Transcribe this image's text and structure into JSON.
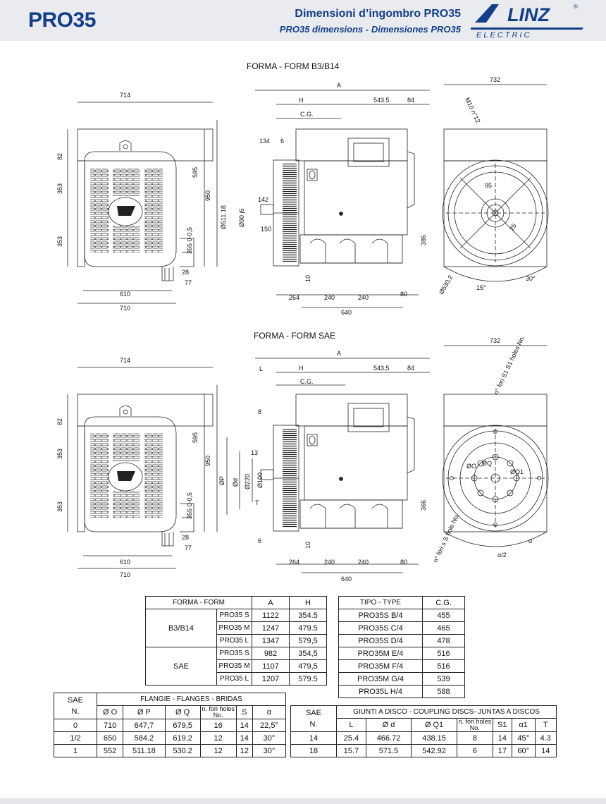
{
  "header": {
    "model": "PRO35",
    "title_it": "Dimensioni d’ingombro PRO35",
    "title_en": "PRO35 dimensions - Dimensiones PRO35",
    "logo_word": "LINZ",
    "logo_sub": "ELECTRIC",
    "logo_mark": "®",
    "brand_color": "#123e8a"
  },
  "drawing_b3": {
    "title": "FORMA - FORM  B3/B14",
    "dims": {
      "w714": "714",
      "h82": "82",
      "h353a": "353",
      "h353b": "353",
      "h595": "595",
      "h950": "950",
      "h355": "355 0-0,5",
      "d28": "28",
      "d77": "77",
      "w610": "610",
      "w710": "710",
      "a": "A",
      "h": "H",
      "cg": "C.G.",
      "d543": "543.5",
      "d84": "84",
      "d134": "134",
      "d6": "6",
      "d142": "142",
      "d150": "150",
      "phi511": "Ø511.18",
      "phi90": "Ø90 j6",
      "d10": "10",
      "d264": "264",
      "d240a": "240",
      "d240b": "240",
      "d80": "80",
      "d640": "640",
      "w732": "732",
      "m10": "M10 n°12",
      "d95": "95",
      "d25": "25",
      "d386": "386",
      "phi530": "Ø530.2",
      "ang15": "15°",
      "ang30": "30°"
    }
  },
  "drawing_sae": {
    "title": "FORMA - FORM  SAE",
    "dims": {
      "w714": "714",
      "h82": "82",
      "h353a": "353",
      "h353b": "353",
      "h595": "595",
      "h950": "950",
      "h355": "355 0-0,5",
      "d28": "28",
      "d77": "77",
      "w610": "610",
      "w710": "710",
      "a": "A",
      "l": "L",
      "h": "H",
      "cg": "C.G.",
      "d543": "543,5",
      "d84": "84",
      "d8": "8",
      "d13": "13",
      "phiP": "ØP",
      "phid": "Ød",
      "phi220": "Ø220",
      "phi100": "Ø100",
      "t": "T",
      "d6": "6",
      "d10": "10",
      "d264": "264",
      "d240a": "240",
      "d240b": "240",
      "d80": "80",
      "d640": "640",
      "w732": "732",
      "s1holes": "n° fori S1 S1 holes No.",
      "shole": "n° fori s S hole No.",
      "phiO": "ØO",
      "phiQ": "ØQ",
      "phiQ1": "ØQ1",
      "d366": "366",
      "alpha2": "α/2",
      "alpha": "α"
    }
  },
  "table_form": {
    "headers": [
      "FORMA - FORM",
      "A",
      "H"
    ],
    "groups": [
      {
        "name": "B3/B14",
        "rows": [
          [
            "PRO35 S",
            "1122",
            "354.5"
          ],
          [
            "PRO35 M",
            "1247",
            "479.5"
          ],
          [
            "PRO35 L",
            "1347",
            "579,5"
          ]
        ]
      },
      {
        "name": "SAE",
        "rows": [
          [
            "PRO35 S",
            "982",
            "354,5"
          ],
          [
            "PRO35 M",
            "1107",
            "479,5"
          ],
          [
            "PRO35 L",
            "1207",
            "579.5"
          ]
        ]
      }
    ]
  },
  "table_cg": {
    "headers": [
      "TIPO - TYPE",
      "C.G."
    ],
    "rows": [
      [
        "PRO35S B/4",
        "455"
      ],
      [
        "PRO35S C/4",
        "465"
      ],
      [
        "PRO35S D/4",
        "478"
      ],
      [
        "PRO35M E/4",
        "516"
      ],
      [
        "PRO35M F/4",
        "516"
      ],
      [
        "PRO35M G/4",
        "539"
      ],
      [
        "PRO35L H/4",
        "588"
      ]
    ]
  },
  "table_flanges": {
    "sae_label": "SAE",
    "n_label": "N.",
    "group_header": "FLANGIE - FLANGES - BRIDAS",
    "col_headers": [
      "Ø O",
      "Ø P",
      "Ø Q",
      "n. fori holes No.",
      "S",
      "α"
    ],
    "rows": [
      [
        "0",
        "710",
        "647,7",
        "679,5",
        "16",
        "14",
        "22,5°"
      ],
      [
        "1/2",
        "650",
        "584.2",
        "619.2",
        "12",
        "14",
        "30°"
      ],
      [
        "1",
        "552",
        "511.18",
        "530.2",
        "12",
        "12",
        "30°"
      ]
    ]
  },
  "table_discs": {
    "sae_label": "SAE",
    "n_label": "N.",
    "group_header": "GIUNTI A DISCO - COUPLING DISCS- JUNTAS A DISCOS",
    "col_headers": [
      "L",
      "Ø d",
      "Ø Q1",
      "n. fori holes No.",
      "S1",
      "α1",
      "T"
    ],
    "rows": [
      [
        "14",
        "25.4",
        "466.72",
        "438.15",
        "8",
        "14",
        "45°",
        "4.3"
      ],
      [
        "18",
        "15.7",
        "571.5",
        "542.92",
        "6",
        "17",
        "60°",
        "14"
      ]
    ]
  }
}
